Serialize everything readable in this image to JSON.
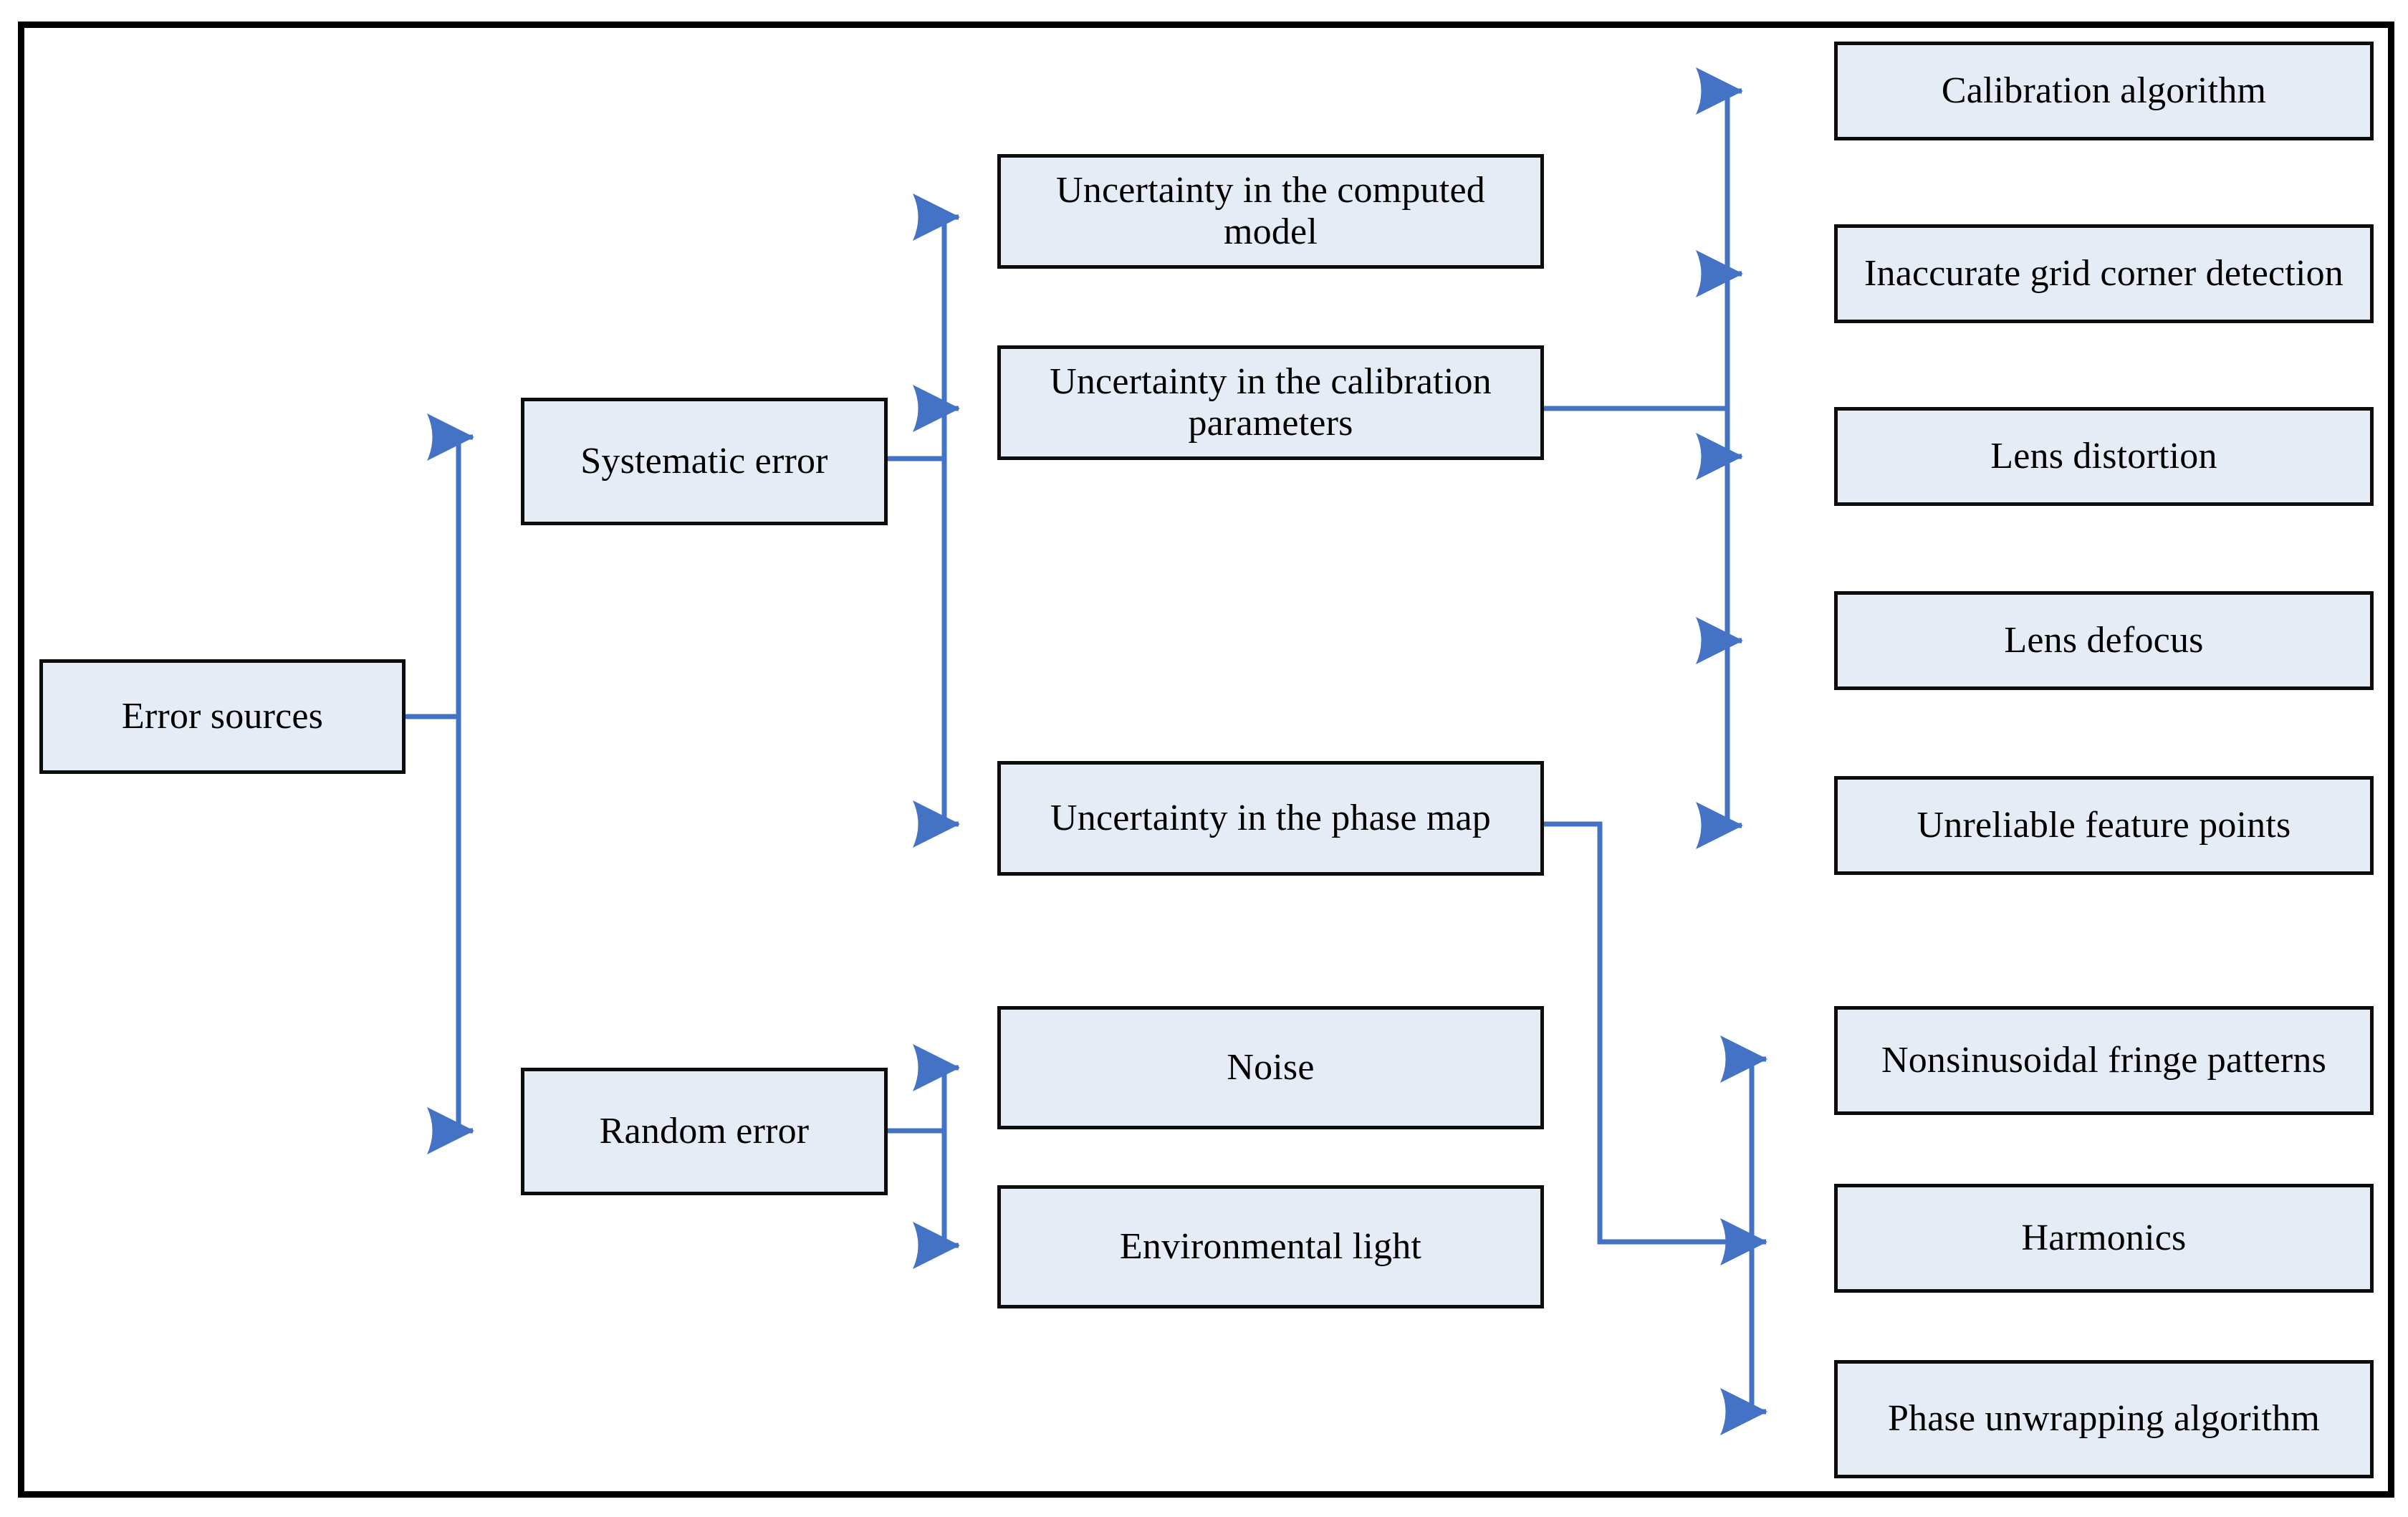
{
  "diagram": {
    "title": "Error sources fishbone hierarchy",
    "colors": {
      "box_fill": "#e6ecf6",
      "box_border": "#0d0d0d",
      "connector": "#4472c4",
      "frame_border": "#000000",
      "text": "#000000"
    },
    "root": {
      "label": "Error sources"
    },
    "level2": [
      {
        "label": "Systematic error"
      },
      {
        "label": "Random error"
      }
    ],
    "level3": [
      {
        "label": "Uncertainty in the computed model"
      },
      {
        "label": "Uncertainty in the calibration parameters"
      },
      {
        "label": "Uncertainty in the phase map"
      },
      {
        "label": "Noise"
      },
      {
        "label": "Environmental light"
      }
    ],
    "level4_calibration": [
      {
        "label": "Calibration algorithm"
      },
      {
        "label": "Inaccurate grid corner detection"
      },
      {
        "label": "Lens distortion"
      },
      {
        "label": "Lens defocus"
      },
      {
        "label": "Unreliable feature points"
      }
    ],
    "level4_phase": [
      {
        "label": "Nonsinusoidal fringe patterns"
      },
      {
        "label": "Harmonics"
      },
      {
        "label": "Phase unwrapping algorithm"
      }
    ]
  }
}
